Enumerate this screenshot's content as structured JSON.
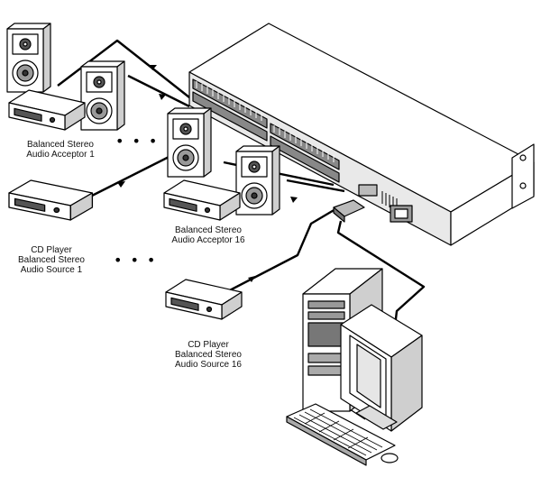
{
  "labels": {
    "acceptor1": [
      "Balanced Stereo",
      "Audio Acceptor 1"
    ],
    "source1": [
      "CD Player",
      "Balanced Stereo",
      "Audio Source 1"
    ],
    "acceptor16": [
      "Balanced Stereo",
      "Audio Acceptor 16"
    ],
    "source16": [
      "CD Player",
      "Balanced Stereo",
      "Audio Source 16"
    ]
  },
  "ellipsis": "•••",
  "colors": {
    "line": "#000000",
    "fill": "#ffffff",
    "shade": "#cfcfcf",
    "dark": "#555555"
  }
}
